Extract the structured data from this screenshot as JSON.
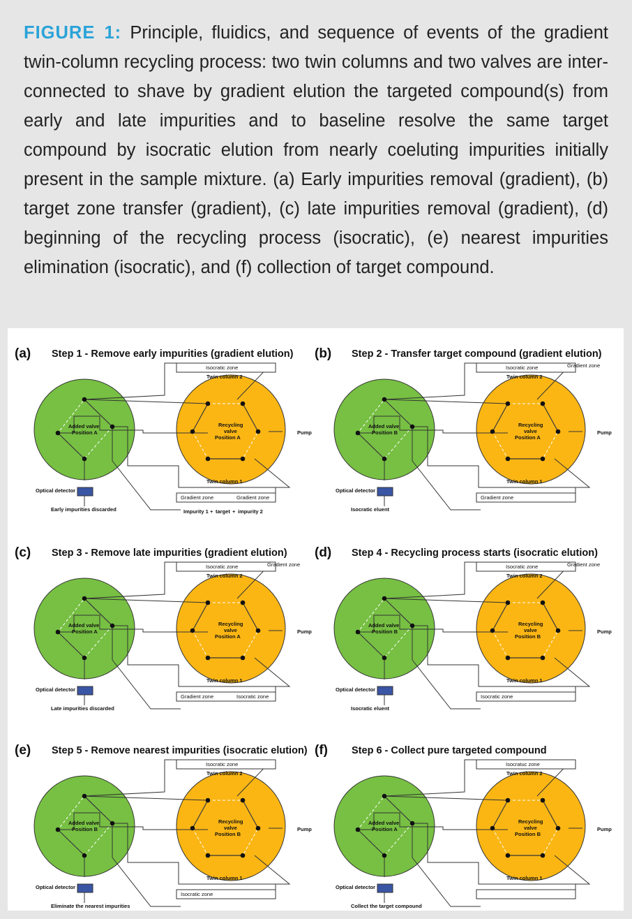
{
  "caption": {
    "figure_label": "FIGURE 1:",
    "text": "Principle, fluidics, and sequence of events of the gradient twin-column recycling process: two twin columns and two valves are inter-connected to shave by gradient elution the targeted compound(s) from early and late impurities and to baseline resolve the same target compound by isocratic elution from nearly coeluting impurities initially present in the sample mixture. (a) Early impurities removal (gradient), (b) target zone transfer (gradient), (c) late impurities removal (gradient), (d) beginning of the recycling process (isocratic), (e) nearest impurities elimination (isocratic), and (f) collection of target compound."
  },
  "colors": {
    "caption_accent": "#2aa3d8",
    "added_valve": "#77c043",
    "recycling_valve": "#fbb614",
    "impurity1": "#3a55a4",
    "target": "#6cbd45",
    "impurity2": "#ee3b3b"
  },
  "common": {
    "recycling_valve": "Recycling valve",
    "added_valve": "Added valve",
    "pump": "Pump",
    "twin_column_1": "Twin column 1",
    "twin_column_2": "Twin column 2",
    "optical_detector": "Optical detector"
  },
  "legend": {
    "impurity1": "Impurity 1",
    "plus1": "+",
    "target": "target",
    "plus2": "+",
    "impurity2": "impurity 2"
  },
  "panels": [
    {
      "label": "(a)",
      "title": "Step 1 - Remove early impurities (gradient elution)",
      "added_position": "Position A",
      "recycling_position": "Position A",
      "col2": {
        "zone": "Isocratic zone",
        "tag": ""
      },
      "col1": {
        "zone_left": "Gradient zone",
        "zone_right": "Gradient zone"
      },
      "outlet": "Early impurities discarded"
    },
    {
      "label": "(b)",
      "title": "Step 2 - Transfer target compound (gradient elution)",
      "added_position": "Position B",
      "recycling_position": "Position A",
      "col2": {
        "zone": "Isocratic zone",
        "tag": "Gradient zone"
      },
      "col1": {
        "zone_left": "Gradient zone",
        "zone_right": ""
      },
      "outlet": "Isocratic eluent"
    },
    {
      "label": "(c)",
      "title": "Step 3 - Remove late impurities (gradient elution)",
      "added_position": "Position A",
      "recycling_position": "Position A",
      "col2": {
        "zone": "Isocratic zone",
        "tag": "Gradient zone"
      },
      "col1": {
        "zone_left": "Gradient zone",
        "zone_right": "Isocratic zone"
      },
      "outlet": "Late impurities discarded"
    },
    {
      "label": "(d)",
      "title": "Step 4 - Recycling process starts (isocratic elution)",
      "added_position": "Position B",
      "recycling_position": "Position B",
      "col2": {
        "zone": "Isocratic zone",
        "tag": "Gradient zone"
      },
      "col1": {
        "zone_left": "Isocratic zone",
        "zone_right": ""
      },
      "outlet": "Isocratic eluent"
    },
    {
      "label": "(e)",
      "title": "Step 5 - Remove nearest impurities (isocratic elution)",
      "added_position": "Position B",
      "recycling_position": "Position B",
      "col2": {
        "zone": "Isocratic zone",
        "tag": ""
      },
      "col1": {
        "zone_left": "Isocratic zone",
        "zone_right": ""
      },
      "outlet": "Eliminate the nearest impurities"
    },
    {
      "label": "(f)",
      "title": "Step 6 - Collect pure targeted compound",
      "added_position": "Position A",
      "recycling_position": "Position B",
      "col2": {
        "zone": "Isocratuc zone",
        "tag": ""
      },
      "col1": {
        "zone_left": "",
        "zone_right": ""
      },
      "outlet": "Collect the target compound"
    }
  ]
}
